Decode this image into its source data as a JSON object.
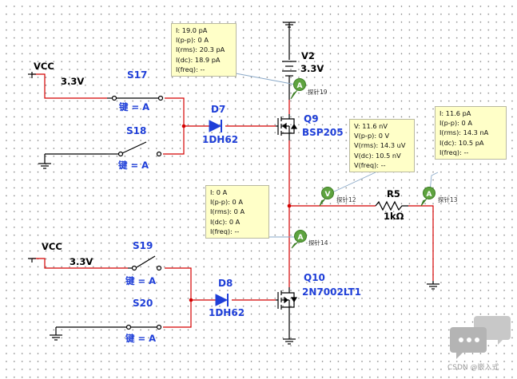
{
  "vcc_top": {
    "label": "VCC",
    "value": "3.3V"
  },
  "vcc_bottom": {
    "label": "VCC",
    "value": "3.3V"
  },
  "v2": {
    "name": "V2",
    "value": "3.3V"
  },
  "switches": [
    {
      "name": "S17",
      "key": "键 = A"
    },
    {
      "name": "S18",
      "key": "键 = A"
    },
    {
      "name": "S19",
      "key": "键 = A"
    },
    {
      "name": "S20",
      "key": "键 = A"
    }
  ],
  "diodes": [
    {
      "name": "D7",
      "part": "1DH62"
    },
    {
      "name": "D8",
      "part": "1DH62"
    }
  ],
  "mosfets": [
    {
      "name": "Q9",
      "part": "BSP205"
    },
    {
      "name": "Q10",
      "part": "2N7002LT1"
    }
  ],
  "resistor": {
    "name": "R5",
    "value": "1kΩ"
  },
  "probes": {
    "p19": {
      "tag": "探针19",
      "lines": [
        "I: 19.0 pA",
        "I(p-p): 0 A",
        "I(rms): 20.3 pA",
        "I(dc): 18.9 pA",
        "I(freq): --"
      ]
    },
    "p12": {
      "tag": "探针12",
      "lines": [
        "V: 11.6 nV",
        "V(p-p): 0 V",
        "V(rms): 14.3 uV",
        "V(dc): 10.5 nV",
        "V(freq): --"
      ]
    },
    "p13": {
      "tag": "探针13",
      "lines": [
        "I: 11.6 pA",
        "I(p-p): 0 A",
        "I(rms): 14.3 nA",
        "I(dc): 10.5 pA",
        "I(freq): --"
      ]
    },
    "p14": {
      "tag": "探针14",
      "lines": [
        "I: 0 A",
        "I(p-p): 0 A",
        "I(rms): 0 A",
        "I(dc): 0 A",
        "I(freq): --"
      ]
    }
  },
  "watermark": "CSDN @嵌入式"
}
